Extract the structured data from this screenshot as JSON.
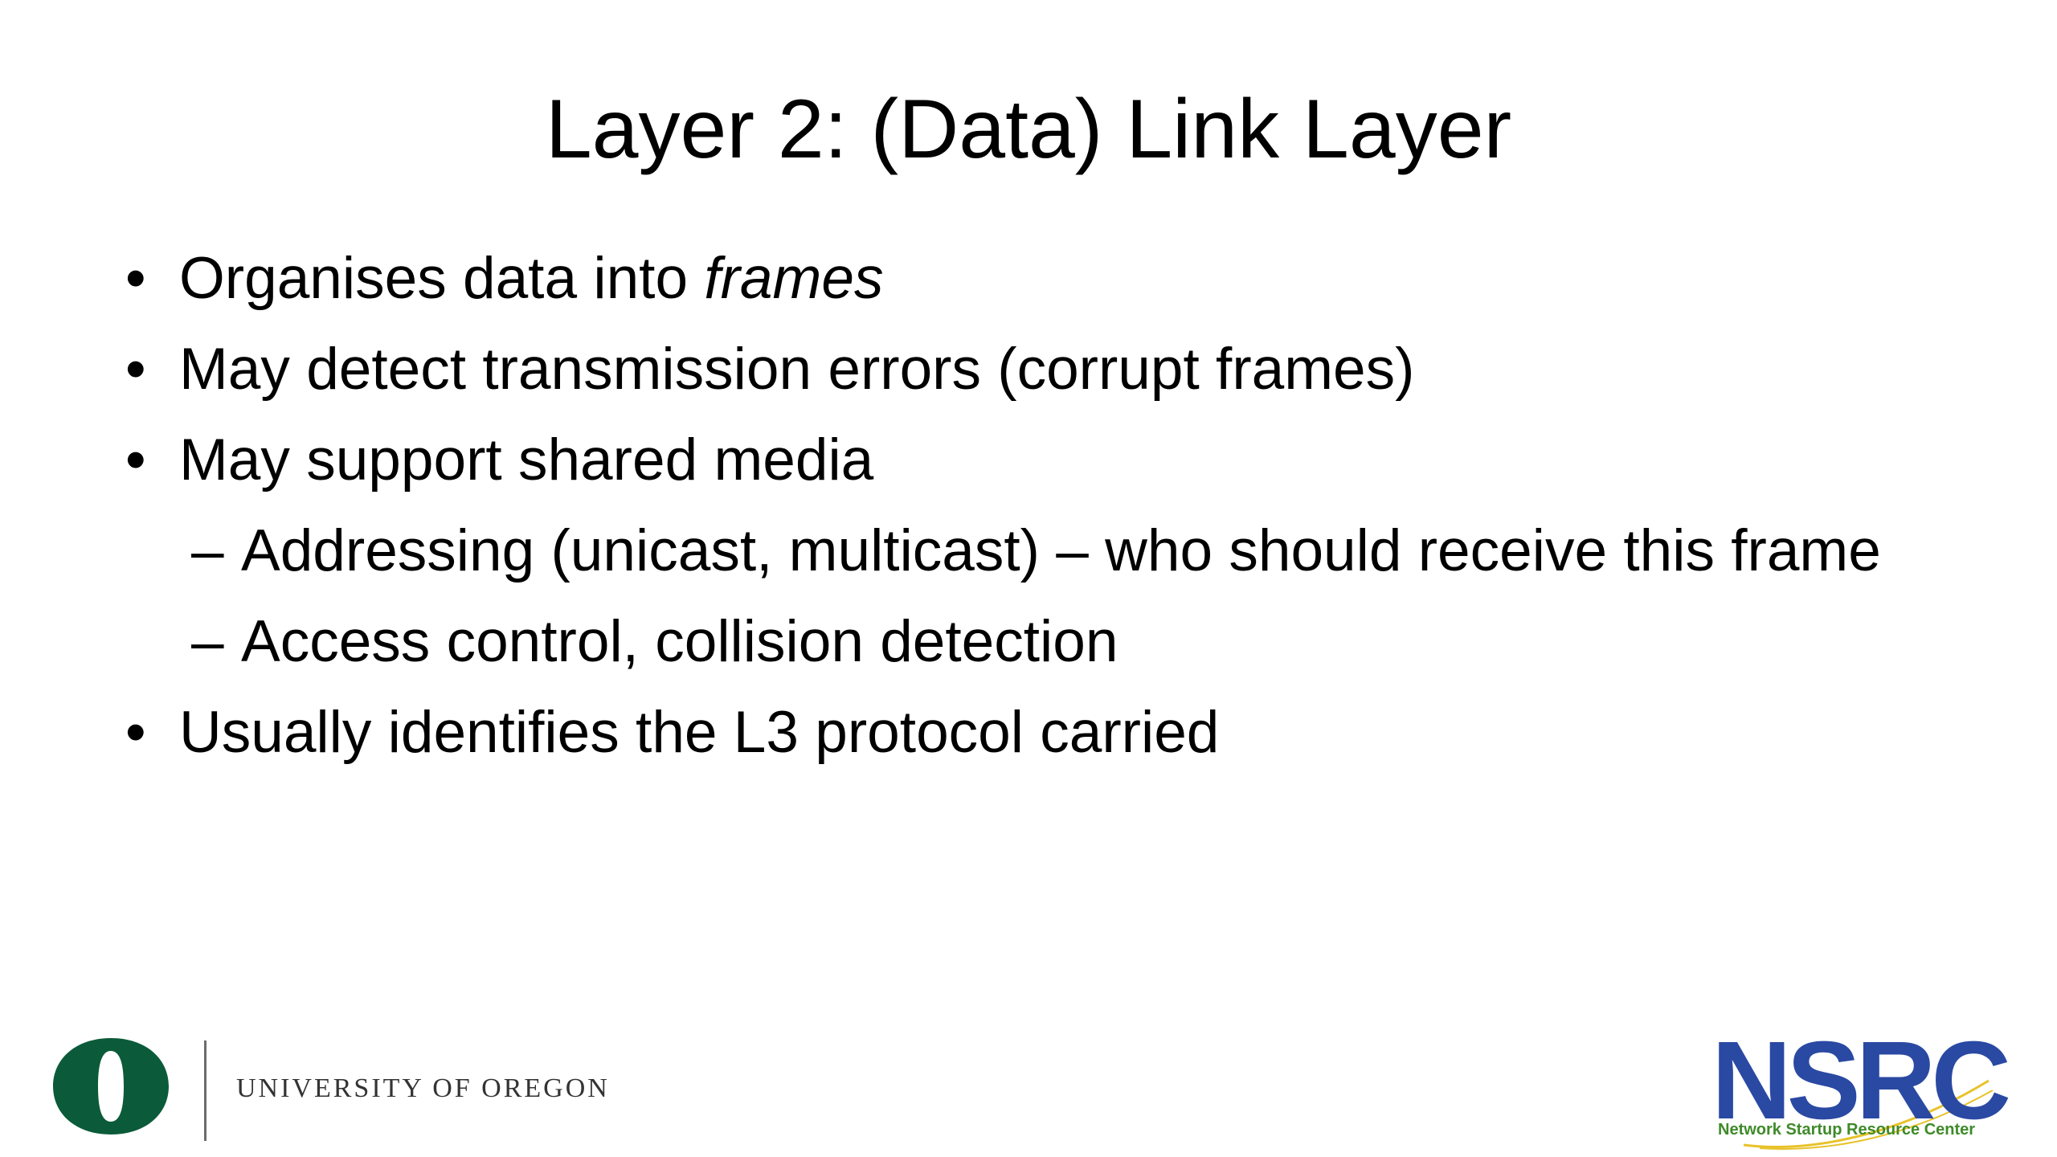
{
  "slide": {
    "title": "Layer 2: (Data) Link Layer",
    "bullet_marker": "•",
    "sub_marker": "–",
    "bullets": [
      {
        "text": "Organises data into ",
        "emphasis": "frames"
      },
      {
        "text": "May detect transmission errors (corrupt frames)"
      },
      {
        "text": "May support shared media"
      }
    ],
    "sub_bullets": [
      {
        "text": "Addressing (unicast, multicast) – who should receive this frame"
      },
      {
        "text": "Access control, collision detection"
      }
    ],
    "last_bullet": {
      "text": "Usually identifies the L3 protocol carried"
    }
  },
  "footer": {
    "left_logo": {
      "icon": "university-of-oregon-o-logo",
      "name": "UNIVERSITY OF OREGON",
      "color": "#0b5b3a"
    },
    "right_logo": {
      "icon": "nsrc-logo",
      "letters": "NSRC",
      "tagline": "Network Startup Resource Center",
      "letter_color": "#2a49a3",
      "tagline_color": "#3f8a2a",
      "swoosh_color": "#e8c22a"
    }
  }
}
